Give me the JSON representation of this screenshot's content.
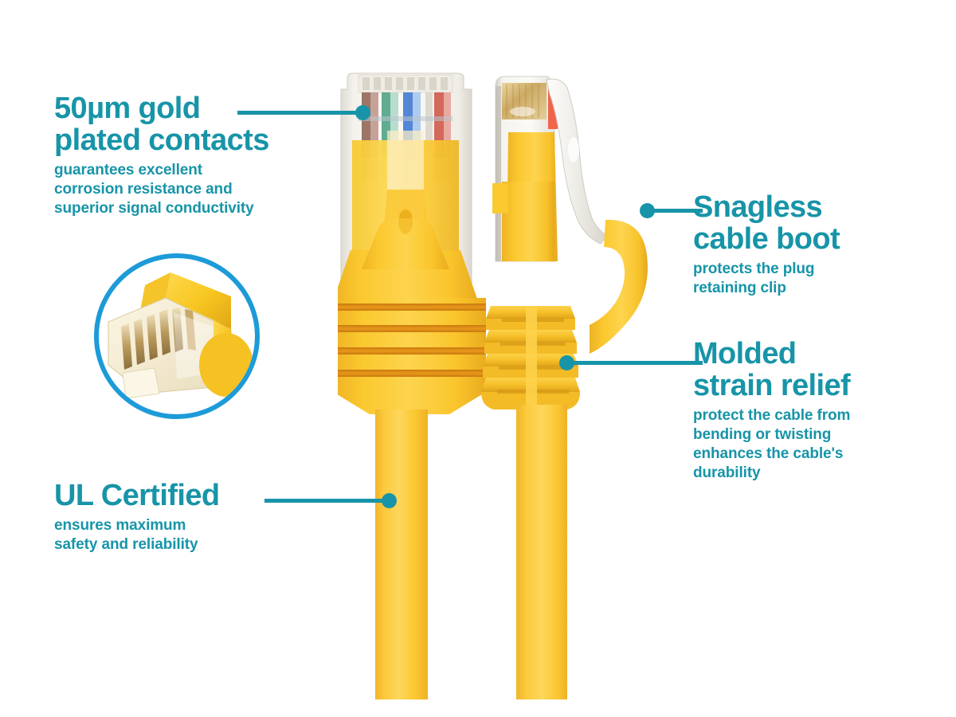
{
  "graphic": {
    "kind": "product-feature-infographic",
    "subject": "RJ45 Cat ethernet patch cable, yellow jacket",
    "background_color": "#ffffff"
  },
  "colors": {
    "teal_accent": "#1794a8",
    "inset_ring_blue": "#1d9bd8",
    "cable_yellow": "#fbc531",
    "cable_yellow_light": "#fdd862",
    "boot_yellow": "#f9c21e",
    "rib_shadow": "#e08a14",
    "housing_clear": "#f1efe9",
    "gold_contact": "#d4a843"
  },
  "callouts": [
    {
      "id": "gold-contacts",
      "title": "50µm gold\nplated contacts",
      "body": "guarantees excellent\ncorrosion resistance and\nsuperior signal conductivity",
      "side": "left"
    },
    {
      "id": "ul-certified",
      "title": "UL Certified",
      "body": "ensures maximum\nsafety and reliability",
      "side": "left"
    },
    {
      "id": "snagless-boot",
      "title": "Snagless\ncable boot",
      "body": "protects the plug\nretaining clip",
      "side": "right"
    },
    {
      "id": "molded-strain-relief",
      "title": "Molded\nstrain relief",
      "body": "protect the cable from\nbending or twisting\nenhances the cable's\ndurability",
      "side": "right"
    }
  ],
  "inset": {
    "name": "magnified-rj45-plug",
    "description": "close-up of gold plated contacts inside the RJ45 plug"
  },
  "artwork": {
    "front_connector": {
      "name": "rj45-plug-front-view",
      "wire_colors": [
        "#8a5a4a",
        "#b07f6d",
        "#3f9d7c",
        "#8fd0b4",
        "#2f6fd0",
        "#79a9e8",
        "#c9443a",
        "#e58a80"
      ],
      "contact_count": 8,
      "strain_relief_ribs": 4
    },
    "side_connector": {
      "name": "rj45-plug-side-view",
      "latch_color": "#eceae4",
      "boot_hook": "snagless",
      "strain_relief_ribs": 4
    }
  }
}
